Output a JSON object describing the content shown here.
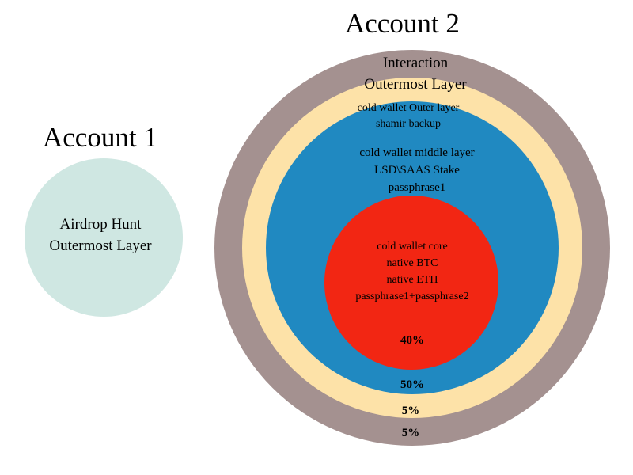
{
  "account1": {
    "title": "Account 1",
    "circle_color": "#cfe7e2",
    "lines": [
      "Airdrop Hunt",
      "Outermost Layer"
    ]
  },
  "account2": {
    "title": "Account 2",
    "layers": [
      {
        "id": "interaction",
        "color": "#a49190",
        "lines": [
          "Interaction",
          "Outermost Layer"
        ],
        "percent": "5%"
      },
      {
        "id": "outer",
        "color": "#fde2a8",
        "lines": [
          "cold wallet Outer layer",
          "shamir backup"
        ],
        "percent": "5%"
      },
      {
        "id": "middle",
        "color": "#2089c1",
        "lines": [
          "cold wallet middle layer",
          "LSD\\SAAS Stake",
          "passphrase1"
        ],
        "percent": "50%"
      },
      {
        "id": "core",
        "color": "#f22613",
        "lines": [
          "cold wallet core",
          "native BTC",
          "native ETH",
          "passphrase1+passphrase2"
        ],
        "percent": "40%"
      }
    ]
  }
}
